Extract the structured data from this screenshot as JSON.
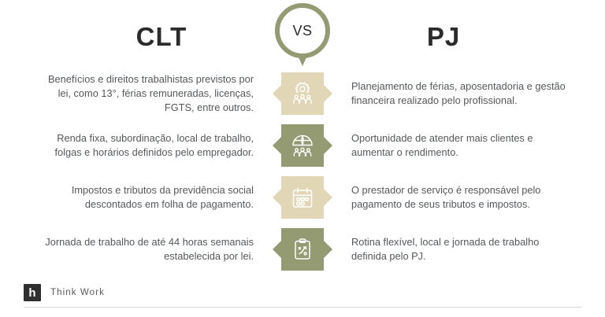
{
  "header": {
    "left_title": "CLT",
    "right_title": "PJ",
    "vs_label": "VS"
  },
  "colors": {
    "olive": "#949a71",
    "tan": "#e1d6b6",
    "text": "#55585a",
    "title": "#2b2b2b",
    "logo_bg": "#2f2f2f",
    "rule": "#d9d9d9"
  },
  "rows": [
    {
      "icon": "gear-people-icon",
      "badge_color": "tan",
      "clt": "Benefícios e direitos trabalhistas previstos por lei, como 13°, férias remuneradas, licenças, FGTS, entre outros.",
      "pj": "Planejamento de férias, aposentadoria e gestão financeira realizado pelo profissional."
    },
    {
      "icon": "globe-people-icon",
      "badge_color": "olive",
      "clt": "Renda fixa, subordinação, local de trabalho, folgas e horários definidos pelo empregador.",
      "pj": "Oportunidade de atender mais clientes e aumentar o rendimento."
    },
    {
      "icon": "calendar-icon",
      "badge_color": "tan",
      "clt": "Impostos e tributos da previdência social descontados em folha de pagamento.",
      "pj": "O prestador de serviço é responsável pelo pagamento de seus tributos e impostos."
    },
    {
      "icon": "clipboard-strategy-icon",
      "badge_color": "olive",
      "clt": "Jornada de trabalho de até 44 horas semanais estabelecida por lei.",
      "pj": "Rotina flexível, local e jornada de trabalho definida pelo PJ."
    }
  ],
  "footer": {
    "logo_letter": "h",
    "brand_name": "Think Work"
  }
}
